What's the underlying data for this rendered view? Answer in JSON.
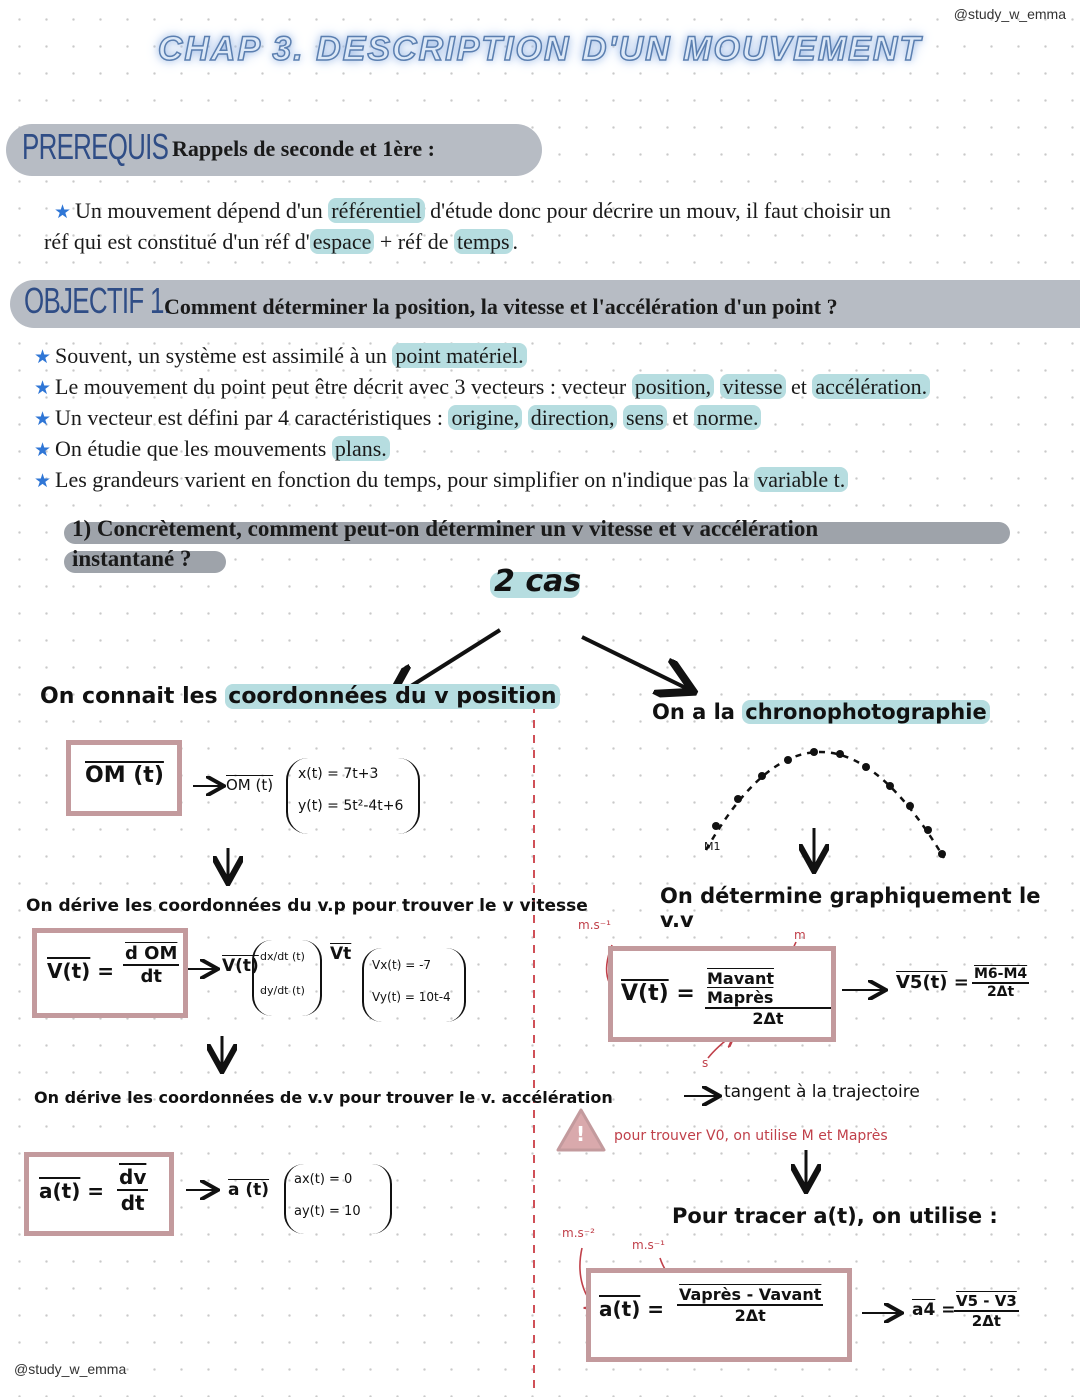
{
  "handle_top": "@study_w_emma",
  "handle_bottom": "@study_w_emma",
  "title": "CHAP 3. DESCRIPTION D'UN MOUVEMENT",
  "prereq": {
    "tag": "PREREQUIS",
    "heading": "Rappels de seconde et 1ère :",
    "line1_a": "Un mouvement dépend d'un ",
    "line1_hl": "référentiel",
    "line1_b": " d'étude donc pour décrire un mouv, il faut choisir un",
    "line2_a": "réf qui est constitué d'un réf d'",
    "line2_hl1": "espace",
    "line2_b": " + réf de ",
    "line2_hl2": "temps",
    "line2_c": "."
  },
  "objectif": {
    "tag": "OBJECTIF 1.",
    "heading": "Comment déterminer la position, la vitesse et l'accélération d'un point ?",
    "b1_a": "Souvent, un système est assimilé à un ",
    "b1_hl": "point matériel.",
    "b2_a": "Le mouvement du point peut être décrit avec 3 vecteurs : vecteur ",
    "b2_hl1": "position,",
    "b2_hl2": "vitesse",
    "b2_b": " et ",
    "b2_hl3": "accélération.",
    "b3_a": "Un vecteur est défini par 4 caractéristiques : ",
    "b3_hl1": "origine,",
    "b3_hl2": "direction,",
    "b3_hl3": "sens",
    "b3_b": " et ",
    "b3_hl4": "norme.",
    "b4_a": "On étudie que les mouvements ",
    "b4_hl": "plans.",
    "b5_a": "Les grandeurs varient en fonction du temps, pour simplifier on n'indique pas la ",
    "b5_hl": "variable t."
  },
  "question": {
    "line1": "1) Concrètement, comment peut-on déterminer un v vitesse et v accélération",
    "line2": "instantané ?"
  },
  "cases_title": "2 cas",
  "left": {
    "head_a": "On connait les ",
    "head_hl": "coordonnées du v position",
    "box1": "OM (t)",
    "arrow1": "OM (t)",
    "x_eq": "x(t) = 7t+3",
    "y_eq": "y(t) = 5t²-4t+6",
    "step1": "On dérive les coordonnées du v.p pour trouver le v vitesse",
    "box2_lhs": "V(t)",
    "box2_num": "d OM",
    "box2_den": "dt",
    "v_label": "V(t)",
    "v_dx": "dx/dt (t)",
    "v_dy": "dy/dt (t)",
    "vt_label": "Vt",
    "vx_eq": "Vx(t) = -7",
    "vy_eq": "Vy(t) = 10t-4",
    "step2": "On dérive les coordonnées de v.v pour trouver le v. accélération",
    "box3_lhs": "a(t)",
    "box3_num": "dv",
    "box3_den": "dt",
    "a_label": "a (t)",
    "ax_eq": "ax(t) = 0",
    "ay_eq": "ay(t) = 10"
  },
  "right": {
    "head_a": "On a la ",
    "head_hl": "chronophotographie",
    "m1": "M1",
    "step1": "On détermine graphiquement le v.v",
    "unit_v": "m.s⁻¹",
    "lbl_m": "m",
    "lbl_s": "s",
    "box_v_lhs": "V(t)",
    "box_v_num": "Mavant Maprès",
    "box_v_den": "2Δt",
    "v5_lhs": "V5(t)",
    "v5_num": "M6-M4",
    "v5_den": "2Δt",
    "tangent": "tangent à la trajectoire",
    "warn": "pour trouver V0, on utilise M et Maprès",
    "warn_icon": "!",
    "step2": "Pour tracer a(t), on utilise :",
    "unit_a2": "m.s⁻²",
    "unit_a1": "m.s⁻¹",
    "box_a_lhs": "a(t)",
    "box_a_num": "Vaprès - Vavant",
    "box_a_den": "2Δt",
    "a4_lhs": "a4",
    "a4_num": "V5 - V3",
    "a4_den": "2Δt"
  }
}
